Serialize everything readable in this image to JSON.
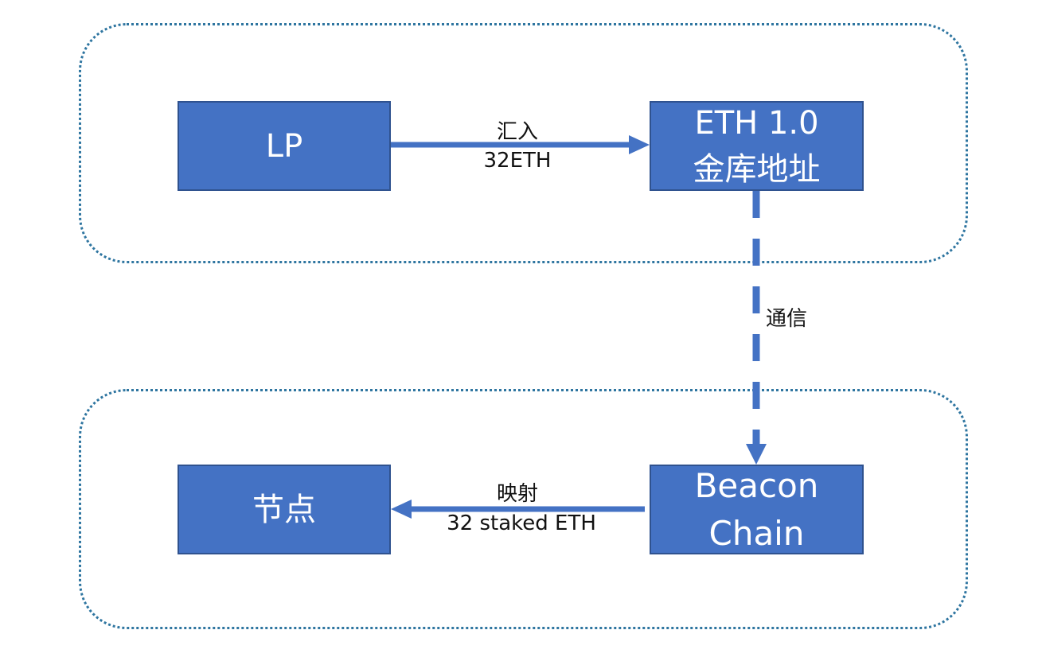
{
  "diagram": {
    "colors": {
      "node_fill": "#4472c4",
      "node_border": "#2f528f",
      "arrow": "#4472c4",
      "group_border": "#2e75a0",
      "node_text": "#ffffff",
      "label_text": "#111111"
    },
    "groups": [
      {
        "id": "top",
        "style": "dotted rounded"
      },
      {
        "id": "bottom",
        "style": "dotted rounded"
      }
    ],
    "nodes": {
      "lp": {
        "label": "LP"
      },
      "treasury": {
        "line1": "ETH 1.0",
        "line2": "金库地址"
      },
      "node": {
        "label": "节点"
      },
      "beacon": {
        "line1": "Beacon",
        "line2": "Chain"
      }
    },
    "edges": {
      "deposit": {
        "from": "LP",
        "to": "ETH 1.0 金库地址",
        "line1": "汇入",
        "line2": "32ETH",
        "style": "solid"
      },
      "communication": {
        "from": "ETH 1.0 金库地址",
        "to": "Beacon Chain",
        "label": "通信",
        "style": "dashed"
      },
      "mapping": {
        "from": "Beacon Chain",
        "to": "节点",
        "line1": "映射",
        "line2": "32 staked ETH",
        "style": "solid"
      }
    }
  }
}
